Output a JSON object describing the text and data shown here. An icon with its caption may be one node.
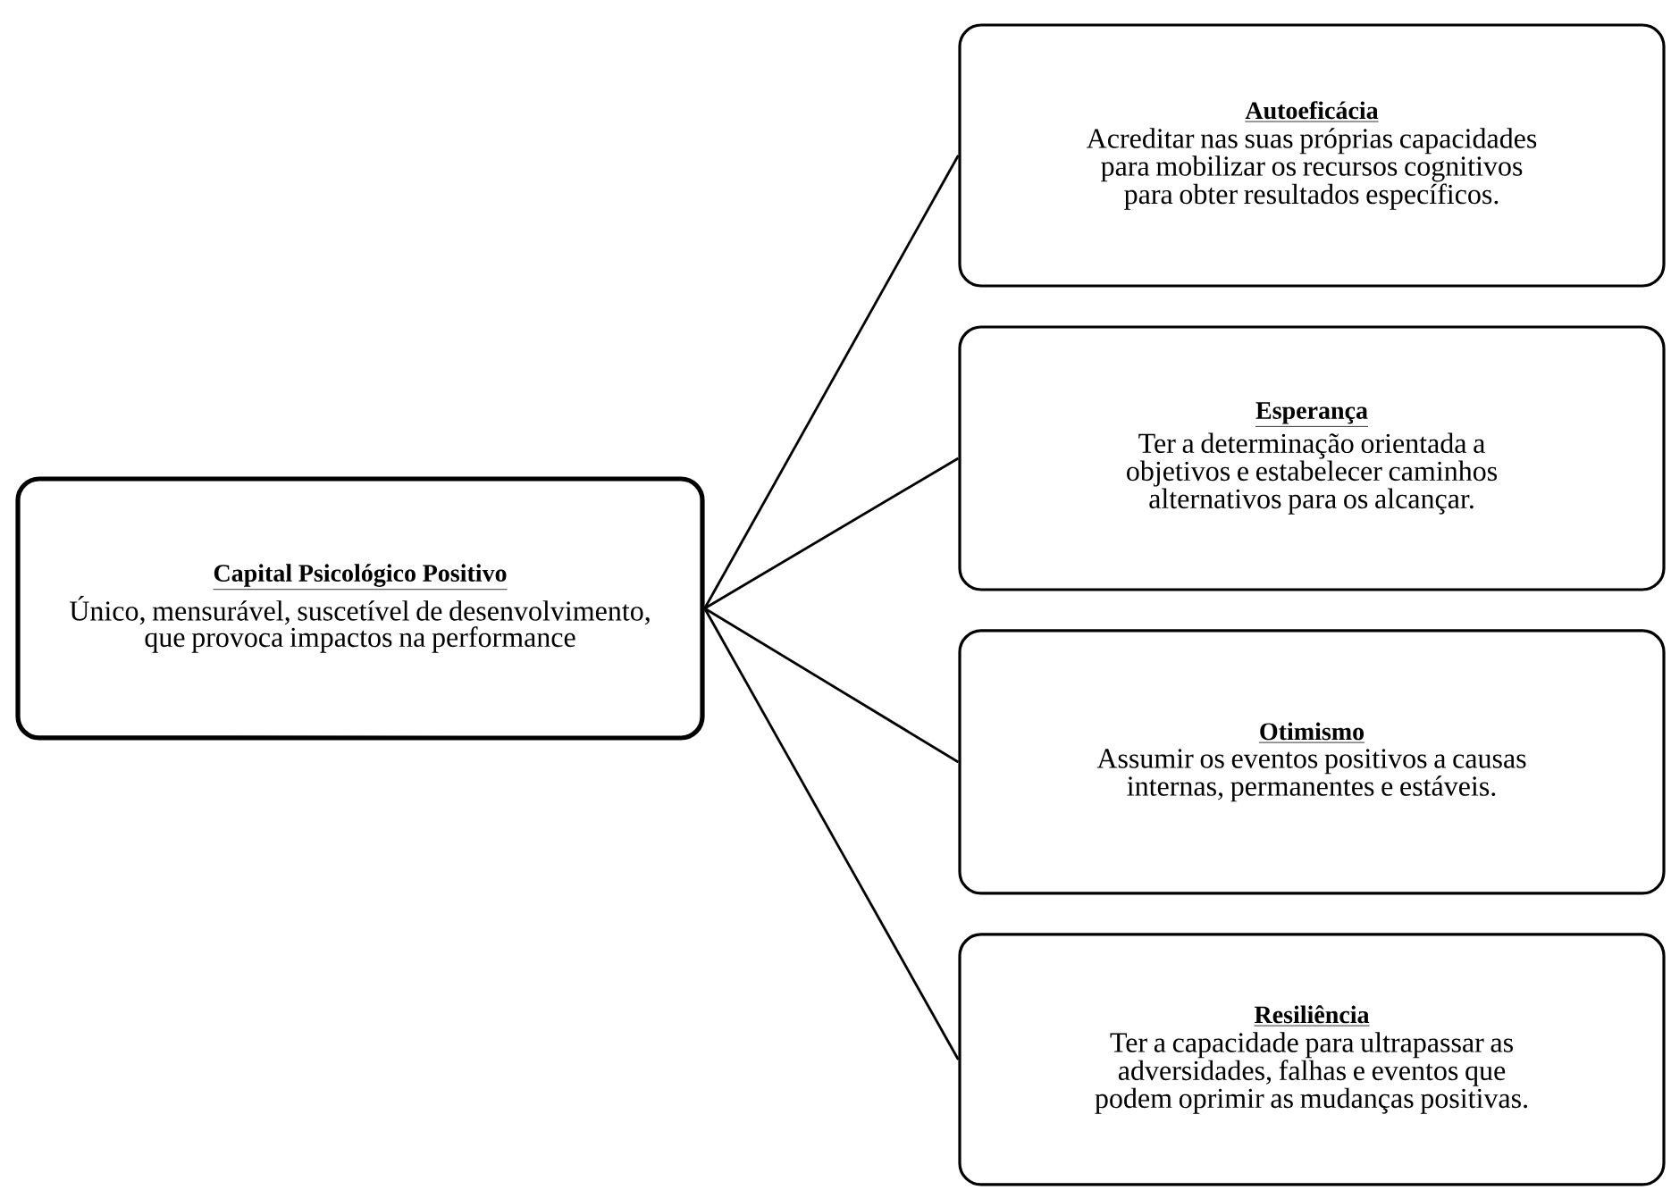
{
  "diagram": {
    "nodes": [
      {
        "text": [
          "Capital Psicológico Positivo",
          "Único, mensurável, suscetível de desenvolvimento, que provoca impactos na performance"
        ]
      },
      {
        "text": [
          "Autoeficácia",
          "Acreditar nas suas próprias capacidades para mobilizar os recursos cognitivos para obter resultados específicos."
        ]
      },
      {
        "text": [
          "Esperança",
          "Ter a determinação orientada a objetivos e estabelecer caminhos alternativos para os alcançar."
        ]
      },
      {
        "text": [
          "Otimismo",
          "Assumir os eventos positivos a causas internas, permanentes e estáveis."
        ]
      },
      {
        "text": [
          "Resiliência",
          "Ter a capacidade para ultrapassar as adversidades, falhas e eventos que podem oprimir as mudanças positivas."
        ]
      }
    ],
    "edges": [
      {
        "from": 0,
        "to": 1,
        "arrow": "none"
      },
      {
        "from": 0,
        "to": 2,
        "arrow": "none"
      },
      {
        "from": 0,
        "to": 3,
        "arrow": "none"
      },
      {
        "from": 0,
        "to": 4,
        "arrow": "none"
      }
    ]
  }
}
